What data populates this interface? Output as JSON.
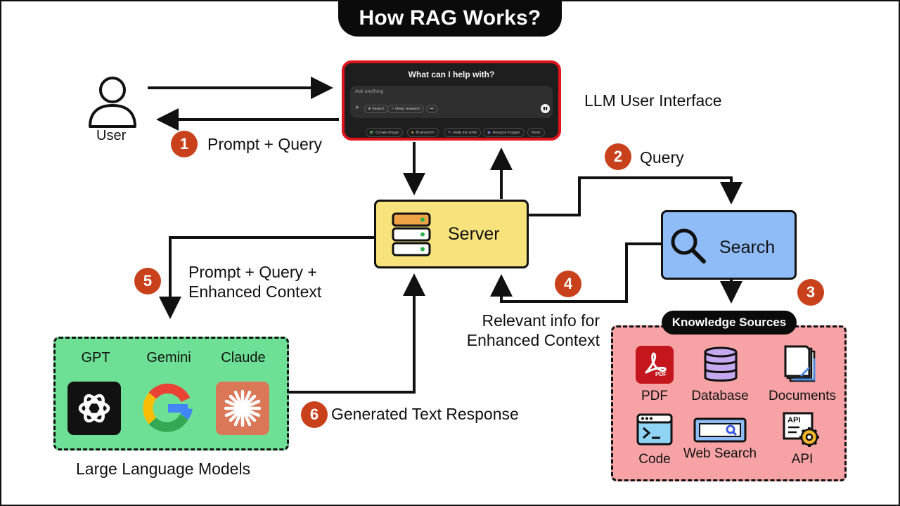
{
  "title": "How RAG Works?",
  "user": {
    "label": "User"
  },
  "llm_ui": {
    "caption": "LLM User Interface",
    "heading": "What can I help with?",
    "placeholder": "Ask anything",
    "tools": [
      "Search",
      "Deep research",
      "•••"
    ],
    "chips": [
      "Create image",
      "Brainstorm",
      "Help me write",
      "Analyze images",
      "More"
    ]
  },
  "server": {
    "label": "Server"
  },
  "search": {
    "label": "Search"
  },
  "steps": [
    {
      "num": "1",
      "label": "Prompt + Query"
    },
    {
      "num": "2",
      "label": "Query"
    },
    {
      "num": "3",
      "label": ""
    },
    {
      "num": "4",
      "label_line1": "Relevant info for",
      "label_line2": "Enhanced Context"
    },
    {
      "num": "5",
      "label_line1": "Prompt + Query +",
      "label_line2": "Enhanced Context"
    },
    {
      "num": "6",
      "label": "Generated Text Response"
    }
  ],
  "llms": {
    "caption": "Large Language Models",
    "models": [
      "GPT",
      "Gemini",
      "Claude"
    ]
  },
  "knowledge": {
    "title": "Knowledge Sources",
    "sources": [
      "PDF",
      "Database",
      "Documents",
      "Code",
      "Web Search",
      "API"
    ],
    "pdf_tag": "PDF",
    "api_tag": "API"
  },
  "colors": {
    "badge": "#c8411b",
    "server": "#f7e27c",
    "search": "#8fbcf7",
    "llm_box": "#6ee095",
    "knowledge_box": "#f7a3a6",
    "ui_border": "#e0141b"
  }
}
